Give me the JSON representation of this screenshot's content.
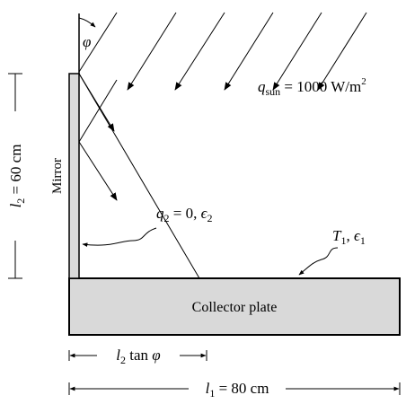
{
  "diagram": {
    "phi": "φ",
    "sun_flux": {
      "symbol": "q",
      "sub": "sun",
      "eq": " = 1000 W/m",
      "sup": "2"
    },
    "mirror_label": "Mirror",
    "l2_dimension": {
      "symbol": "l",
      "sub": "2",
      "value": " = 60 cm"
    },
    "mirror_condition": {
      "q": "q",
      "q_sub": "2",
      "q_val": " = 0, ",
      "eps": "ϵ",
      "eps_sub": "2"
    },
    "plate_condition": {
      "T": "T",
      "T_sub": "1",
      "sep": ", ",
      "eps": "ϵ",
      "eps_sub": "1"
    },
    "collector_label": "Collector plate",
    "shadow_dimension": {
      "symbol": "l",
      "sub": "2",
      "text": " tan ",
      "phi": "φ"
    },
    "l1_dimension": {
      "symbol": "l",
      "sub": "1",
      "value": " = 80 cm"
    },
    "colors": {
      "fill": "#d9d9d9",
      "stroke": "#000000"
    }
  }
}
